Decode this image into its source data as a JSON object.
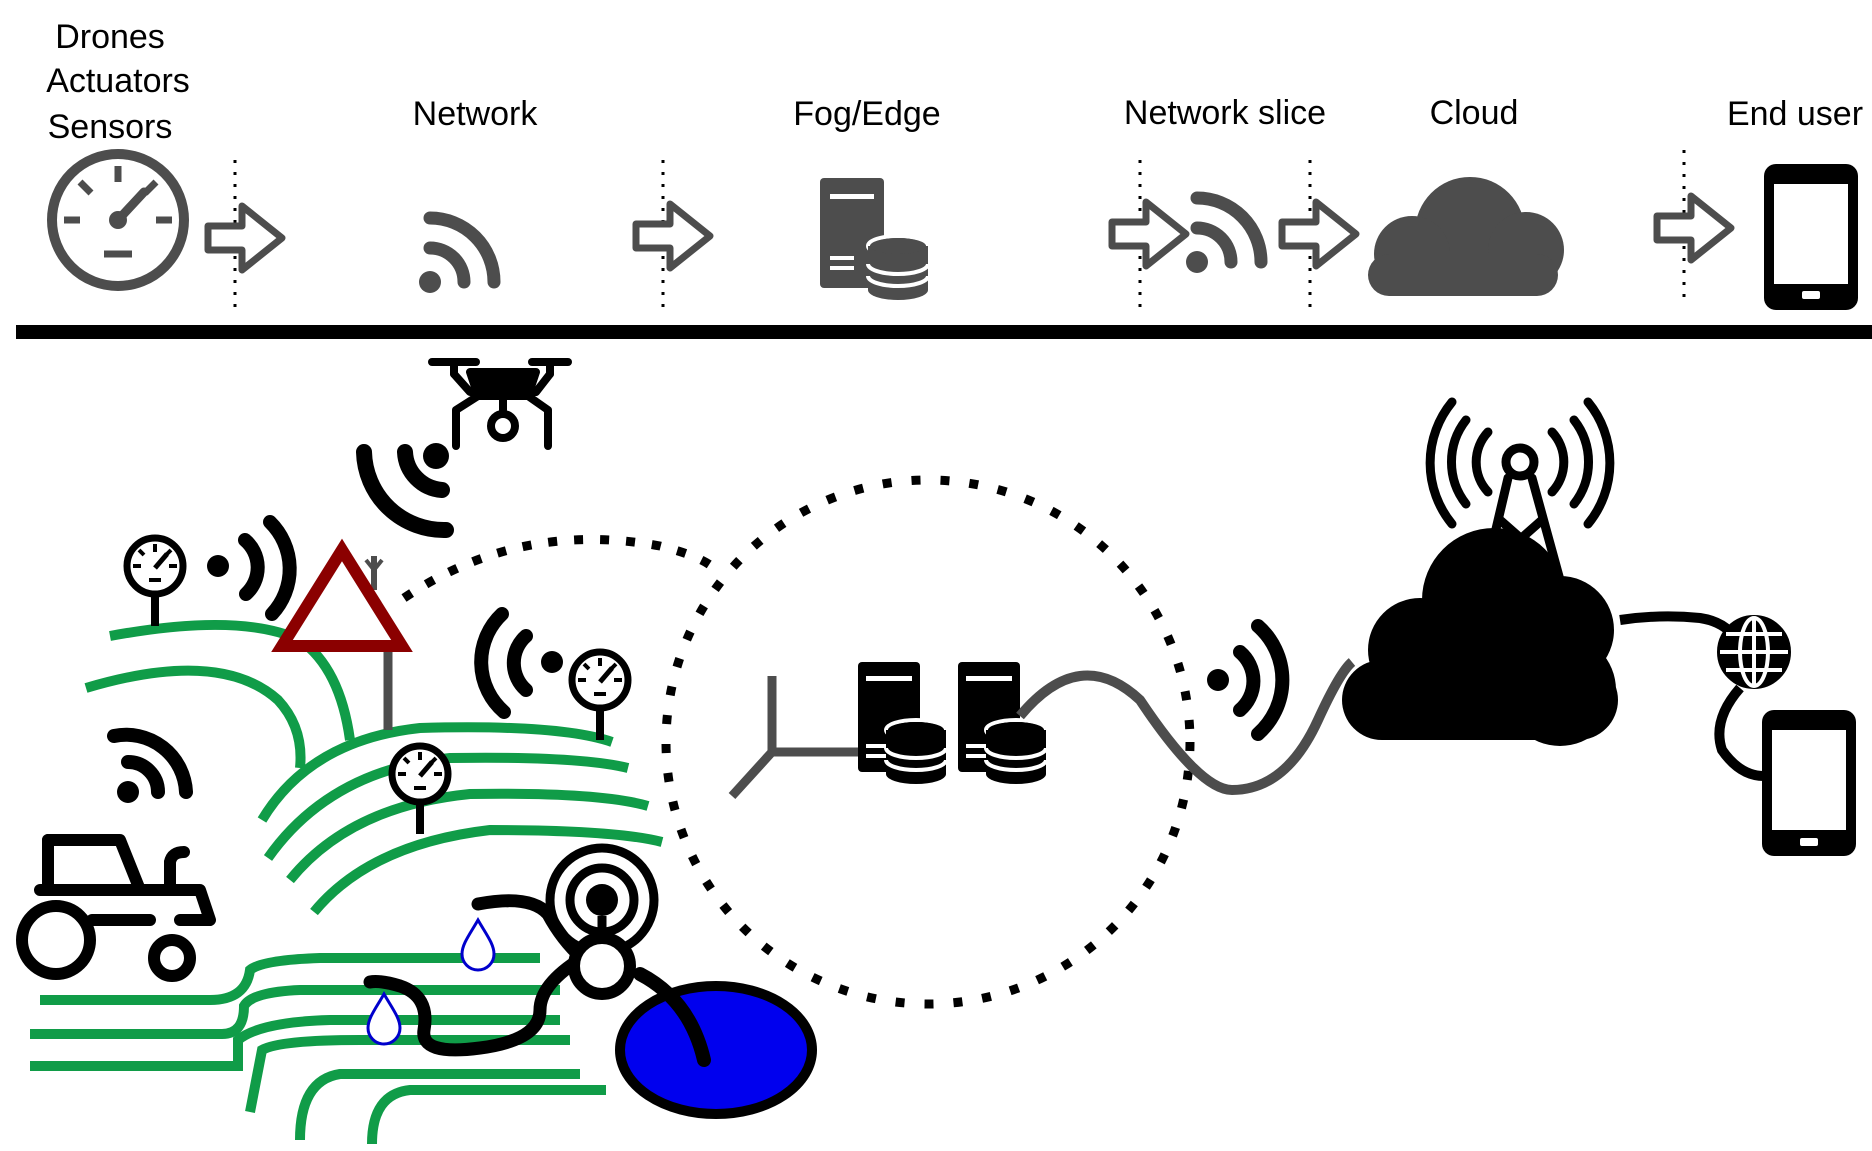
{
  "header": {
    "stage_sensors": [
      "Drones",
      "Actuators",
      "Sensors"
    ],
    "stage_network": "Network",
    "stage_fog": "Fog/Edge",
    "stage_slice": "Network slice",
    "stage_cloud": "Cloud",
    "stage_enduser": "End user"
  },
  "colors": {
    "icon_gray": "#4d4d4d",
    "field_green": "#109c48",
    "warning_red": "#8b0000",
    "water_blue": "#0000ee",
    "black": "#000000"
  },
  "icons": [
    "gauge-icon",
    "arrow-right-icon",
    "wifi-icon",
    "server-database-icon",
    "cloud-icon",
    "smartphone-icon",
    "drone-icon",
    "tractor-icon",
    "warning-triangle-icon",
    "cell-tower-icon",
    "globe-icon",
    "water-drop-icon",
    "sprinkler-icon",
    "pond-icon"
  ]
}
